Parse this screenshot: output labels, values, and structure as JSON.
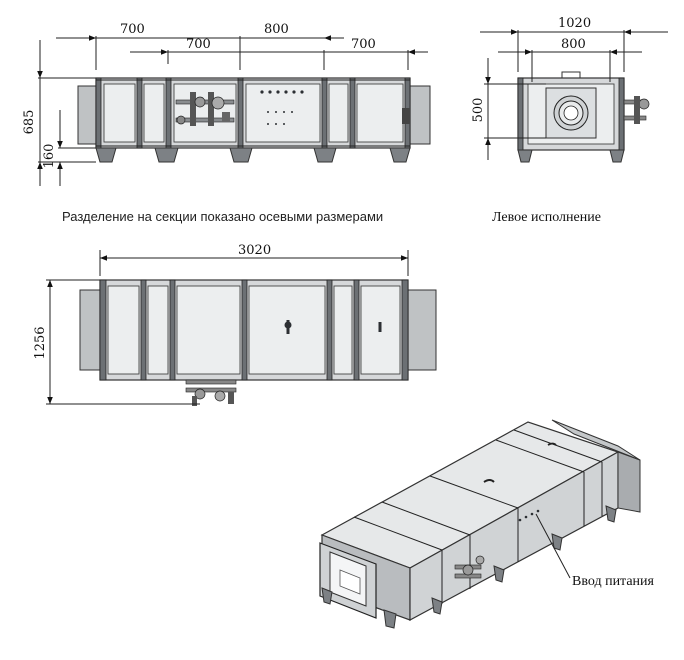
{
  "dimensions": {
    "front_top_left": "700",
    "front_top_right": "800",
    "front_second_left": "700",
    "front_second_right": "700",
    "front_height": "685",
    "front_leg": "160",
    "side_width": "1020",
    "side_inner": "800",
    "side_height": "500",
    "plan_length": "3020",
    "plan_width": "1256"
  },
  "captions": {
    "sections_note": "Разделение на секции показано осевыми размерами",
    "side_view": "Левое исполнение",
    "power_input": "Ввод питания"
  },
  "colors": {
    "frame": "#d6d8da",
    "panel": "#eceeef",
    "duct": "#bfc2c4",
    "profile": "#6c7074"
  }
}
